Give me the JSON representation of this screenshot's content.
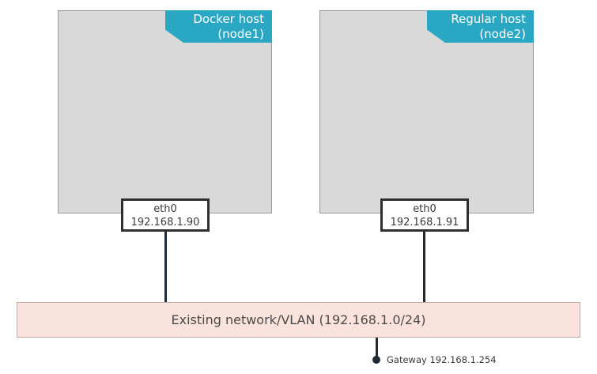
{
  "hosts": [
    {
      "title_line1": "Docker host",
      "title_line2": "(node1)",
      "nic_name": "eth0",
      "nic_ip": "192.168.1.90"
    },
    {
      "title_line1": "Regular host",
      "title_line2": "(node2)",
      "nic_name": "eth0",
      "nic_ip": "192.168.1.91"
    }
  ],
  "network": {
    "label": "Existing network/VLAN (192.168.1.0/24)"
  },
  "gateway": {
    "label": "Gateway 192.168.1.254"
  },
  "colors": {
    "host_fill": "#d9d9d9",
    "badge": "#2aa7c2",
    "network_fill": "#fbe3dd",
    "link": "#1f2a33"
  }
}
